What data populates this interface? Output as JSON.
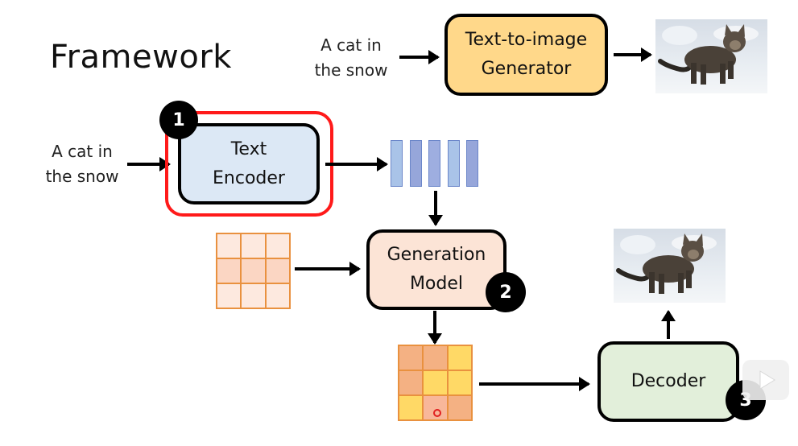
{
  "slide": {
    "title": "Framework"
  },
  "top_pipeline": {
    "input_text_line1": "A cat in",
    "input_text_line2": "the snow",
    "generator_label_line1": "Text-to-image",
    "generator_label_line2": "Generator",
    "output_image": "cat-in-snow-image"
  },
  "main_pipeline": {
    "input_text_line1": "A cat in",
    "input_text_line2": "the snow",
    "text_encoder": {
      "label_line1": "Text",
      "label_line2": "Encoder",
      "step": "1",
      "highlighted": true
    },
    "embedding_vectors": {
      "count": 5,
      "colors": [
        "#a9c3e8",
        "#96a6da",
        "#9eaee0",
        "#a9c3e8",
        "#96a6da"
      ]
    },
    "noise_grid": {
      "cells": [
        "#fde9df",
        "#fde9df",
        "#fde9df",
        "#fbd6c3",
        "#fbd6c3",
        "#fbd6c3",
        "#fde9df",
        "#fde9df",
        "#fde9df"
      ]
    },
    "generation_model": {
      "label_line1": "Generation",
      "label_line2": "Model",
      "step": "2"
    },
    "latent_grid": {
      "cells": [
        "#f4b183",
        "#f4b183",
        "#ffd966",
        "#f4b183",
        "#ffd966",
        "#ffd966",
        "#ffd966",
        "#f8b79a",
        "#f4b183"
      ],
      "marker_cell": 7
    },
    "decoder": {
      "label": "Decoder",
      "step": "3"
    },
    "output_image": "cat-in-snow-image"
  },
  "colors": {
    "generator_fill": "#ffd88a",
    "encoder_fill": "#dce8f5",
    "generation_fill": "#fce4d6",
    "decoder_fill": "#e2efda",
    "highlight_border": "#ff1a1a"
  }
}
